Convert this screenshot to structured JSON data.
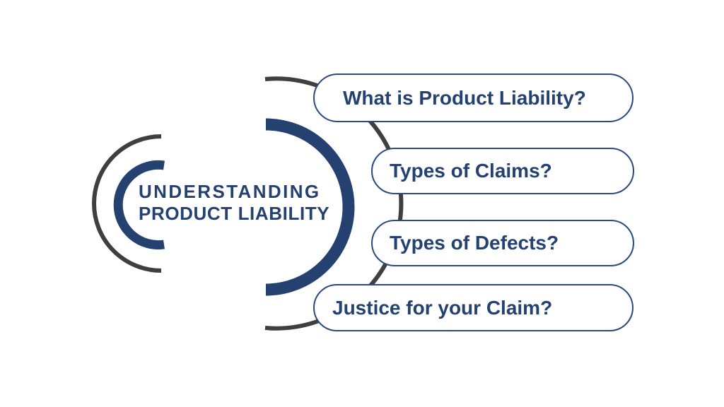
{
  "diagram": {
    "title": {
      "line1": "UNDERSTANDING",
      "line2": "PRODUCT LIABILITY"
    },
    "nodes": [
      {
        "label": "What is Product Liability?"
      },
      {
        "label": "Types of Claims?"
      },
      {
        "label": "Types of Defects?"
      },
      {
        "label": "Justice for your Claim?"
      }
    ],
    "colors": {
      "navy": "#254170",
      "pill_border_navy": "#2b4a7d",
      "connector_gray": "#3f3f3f",
      "background": "#ffffff"
    }
  }
}
